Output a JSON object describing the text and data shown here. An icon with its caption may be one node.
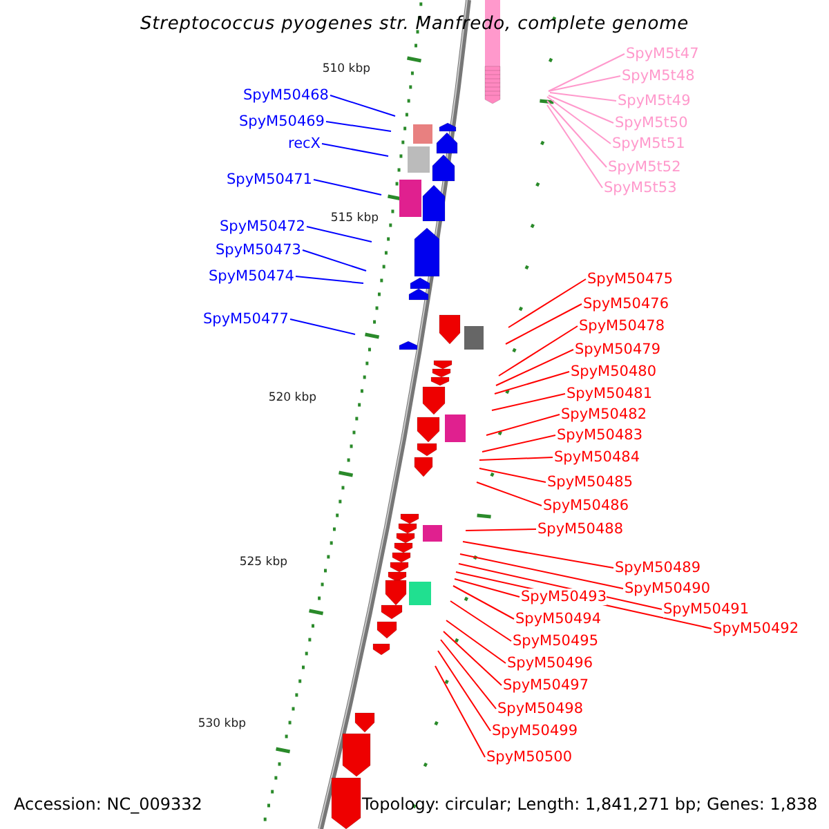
{
  "diagram": {
    "title": "Streptococcus pyogenes str. Manfredo, complete genome",
    "nodes": [
      {
        "text": [
          "SpyM50468"
        ]
      },
      {
        "text": [
          "SpyM50469"
        ]
      },
      {
        "text": [
          "recX"
        ]
      },
      {
        "text": [
          "SpyM50471"
        ]
      },
      {
        "text": [
          "SpyM50472"
        ]
      },
      {
        "text": [
          "SpyM50473"
        ]
      },
      {
        "text": [
          "SpyM50474"
        ]
      },
      {
        "text": [
          "SpyM50477"
        ]
      },
      {
        "text": [
          "SpyM5t47"
        ]
      },
      {
        "text": [
          "SpyM5t48"
        ]
      },
      {
        "text": [
          "SpyM5t49"
        ]
      },
      {
        "text": [
          "SpyM5t50"
        ]
      },
      {
        "text": [
          "SpyM5t51"
        ]
      },
      {
        "text": [
          "SpyM5t52"
        ]
      },
      {
        "text": [
          "SpyM5t53"
        ]
      },
      {
        "text": [
          "SpyM50475"
        ]
      },
      {
        "text": [
          "SpyM50476"
        ]
      },
      {
        "text": [
          "SpyM50478"
        ]
      },
      {
        "text": [
          "SpyM50479"
        ]
      },
      {
        "text": [
          "SpyM50480"
        ]
      },
      {
        "text": [
          "SpyM50481"
        ]
      },
      {
        "text": [
          "SpyM50482"
        ]
      },
      {
        "text": [
          "SpyM50483"
        ]
      },
      {
        "text": [
          "SpyM50484"
        ]
      },
      {
        "text": [
          "SpyM50485"
        ]
      },
      {
        "text": [
          "SpyM50486"
        ]
      },
      {
        "text": [
          "SpyM50488"
        ]
      },
      {
        "text": [
          "SpyM50489"
        ]
      },
      {
        "text": [
          "SpyM50490"
        ]
      },
      {
        "text": [
          "SpyM50491"
        ]
      },
      {
        "text": [
          "SpyM50492"
        ]
      },
      {
        "text": [
          "SpyM50493"
        ]
      },
      {
        "text": [
          "SpyM50494"
        ]
      },
      {
        "text": [
          "SpyM50495"
        ]
      },
      {
        "text": [
          "SpyM50496"
        ]
      },
      {
        "text": [
          "SpyM50497"
        ]
      },
      {
        "text": [
          "SpyM50498"
        ]
      },
      {
        "text": [
          "SpyM50499"
        ]
      },
      {
        "text": [
          "SpyM50500"
        ]
      }
    ],
    "edges": [
      {
        "from": 0,
        "to": null,
        "arrow": "none",
        "color": "#0000ff"
      },
      {
        "from": 1,
        "to": null,
        "arrow": "none",
        "color": "#0000ff"
      },
      {
        "from": 2,
        "to": null,
        "arrow": "none",
        "color": "#0000ff"
      },
      {
        "from": 3,
        "to": null,
        "arrow": "none",
        "color": "#0000ff"
      },
      {
        "from": 4,
        "to": null,
        "arrow": "none",
        "color": "#0000ff"
      },
      {
        "from": 5,
        "to": null,
        "arrow": "none",
        "color": "#0000ff"
      },
      {
        "from": 6,
        "to": null,
        "arrow": "none",
        "color": "#0000ff"
      },
      {
        "from": 7,
        "to": null,
        "arrow": "none",
        "color": "#0000ff"
      },
      {
        "from": 8,
        "to": null,
        "arrow": "none",
        "color": "#ff99cc"
      },
      {
        "from": 9,
        "to": null,
        "arrow": "none",
        "color": "#ff99cc"
      },
      {
        "from": 10,
        "to": null,
        "arrow": "none",
        "color": "#ff99cc"
      },
      {
        "from": 11,
        "to": null,
        "arrow": "none",
        "color": "#ff99cc"
      },
      {
        "from": 12,
        "to": null,
        "arrow": "none",
        "color": "#ff99cc"
      },
      {
        "from": 13,
        "to": null,
        "arrow": "none",
        "color": "#ff99cc"
      },
      {
        "from": 14,
        "to": null,
        "arrow": "none",
        "color": "#ff99cc"
      },
      {
        "from": 15,
        "to": null,
        "arrow": "none"
      },
      {
        "from": 16,
        "to": null,
        "arrow": "none"
      },
      {
        "from": 17,
        "to": null,
        "arrow": "none"
      },
      {
        "from": 18,
        "to": null,
        "arrow": "none"
      },
      {
        "from": 19,
        "to": null,
        "arrow": "none"
      },
      {
        "from": 20,
        "to": null,
        "arrow": "none"
      },
      {
        "from": 21,
        "to": null,
        "arrow": "none"
      },
      {
        "from": 22,
        "to": null,
        "arrow": "none"
      },
      {
        "from": 23,
        "to": null,
        "arrow": "none"
      },
      {
        "from": 24,
        "to": null,
        "arrow": "none"
      },
      {
        "from": 25,
        "to": null,
        "arrow": "none"
      },
      {
        "from": 26,
        "to": null,
        "arrow": "none"
      },
      {
        "from": 27,
        "to": null,
        "arrow": "none"
      },
      {
        "from": 28,
        "to": null,
        "arrow": "none"
      },
      {
        "from": 29,
        "to": null,
        "arrow": "none"
      },
      {
        "from": 30,
        "to": null,
        "arrow": "none"
      },
      {
        "from": 31,
        "to": null,
        "arrow": "none"
      },
      {
        "from": 32,
        "to": null,
        "arrow": "none"
      },
      {
        "from": 33,
        "to": null,
        "arrow": "none"
      },
      {
        "from": 34,
        "to": null,
        "arrow": "none"
      },
      {
        "from": 35,
        "to": null,
        "arrow": "none"
      },
      {
        "from": 36,
        "to": null,
        "arrow": "none"
      },
      {
        "from": 37,
        "to": null,
        "arrow": "none"
      },
      {
        "from": 38,
        "to": null,
        "arrow": "none"
      }
    ],
    "labels": [
      "510 kbp",
      "515 kbp",
      "520 kbp",
      "525 kbp",
      "530 kbp",
      "Accession: NC_009332",
      "Topology: circular; Length: 1,841,271 bp; Genes: 1,838"
    ]
  }
}
